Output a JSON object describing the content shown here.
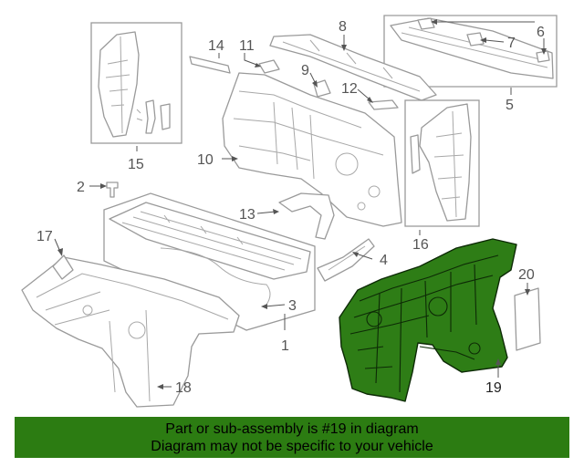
{
  "diagram": {
    "callouts": [
      "1",
      "2",
      "3",
      "4",
      "5",
      "6",
      "7",
      "8",
      "9",
      "10",
      "11",
      "12",
      "13",
      "14",
      "15",
      "16",
      "17",
      "18",
      "19",
      "20"
    ],
    "highlighted_part": "19",
    "highlight_color": "#2e7d16"
  },
  "banner": {
    "line1": "Part or sub-assembly is #19 in diagram",
    "line2": "Diagram may not be specific to your vehicle",
    "background": "#2c7c12"
  }
}
